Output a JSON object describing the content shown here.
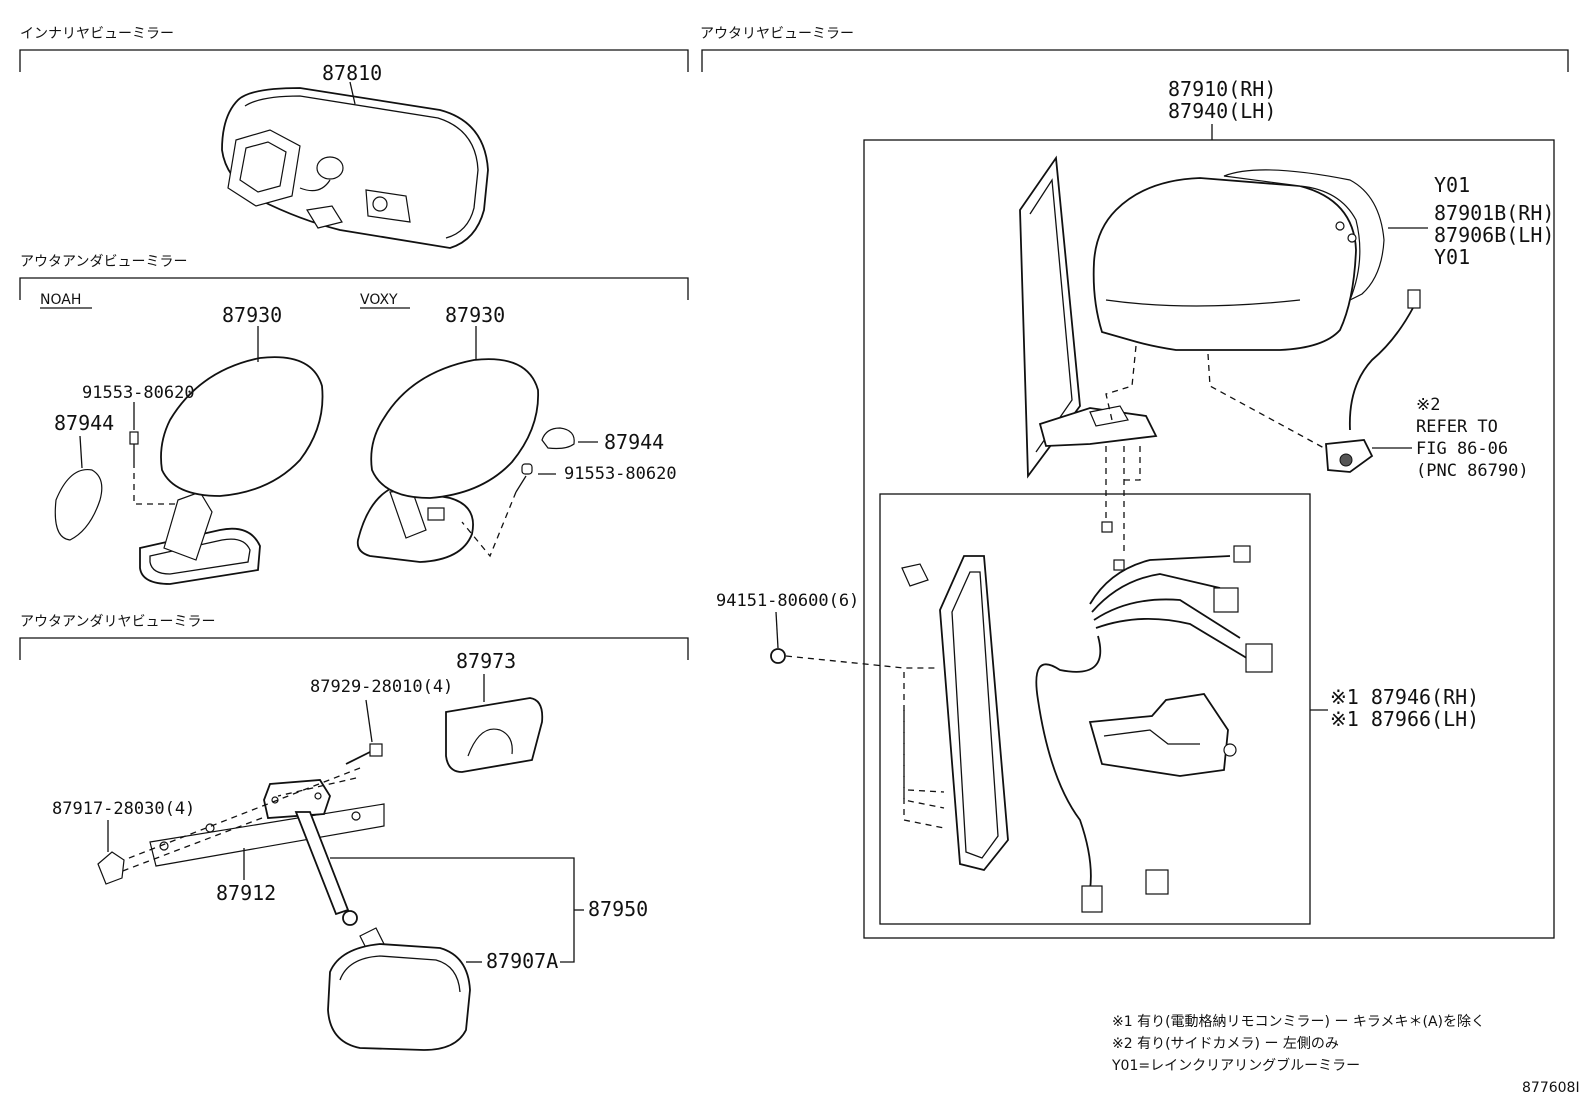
{
  "sections": {
    "inner_rear_view": "インナリヤビューミラー",
    "outer_under_view": "アウタアンダビューミラー",
    "outer_under_rear_view": "アウタアンダリヤビューミラー",
    "outer_rear_view": "アウタリヤビューミラー"
  },
  "variants": {
    "noah": "NOAH",
    "voxy": "VOXY"
  },
  "parts": {
    "inner_mirror": "87810",
    "noah_mirror": "87930",
    "noah_screw": "91553-80620",
    "noah_cover": "87944",
    "voxy_mirror": "87930",
    "voxy_cover": "87944",
    "voxy_screw": "91553-80620",
    "under_rear_cover": "87973",
    "under_rear_bolt": "87929-28010(4)",
    "under_rear_nut": "87917-28030(4)",
    "under_rear_stay": "87912",
    "under_rear_assy": "87950",
    "under_rear_mirror": "87907A",
    "outer_assy_rh": "87910(RH)",
    "outer_assy_lh": "87940(LH)",
    "outer_clip": "94151-80600(6)",
    "cover_y01_top": "Y01",
    "cover_rh": "87901B(RH)",
    "cover_lh": "87906B(LH)",
    "cover_y01_bottom": "Y01",
    "camera_mark": "※2",
    "camera_ref_1": "REFER TO",
    "camera_ref_2": "FIG 86-06",
    "camera_ref_3": "(PNC 86790)",
    "sub_rh": "※1 87946(RH)",
    "sub_lh": "※1 87966(LH)"
  },
  "notes": {
    "n1": "※1 有り(電動格納リモコンミラー) ー キラメキ＊(A)を除く",
    "n2": "※2 有り(サイドカメラ) ー 左側のみ",
    "n3": "Y01=レインクリアリングブルーミラー"
  },
  "figure_id": "877608I"
}
